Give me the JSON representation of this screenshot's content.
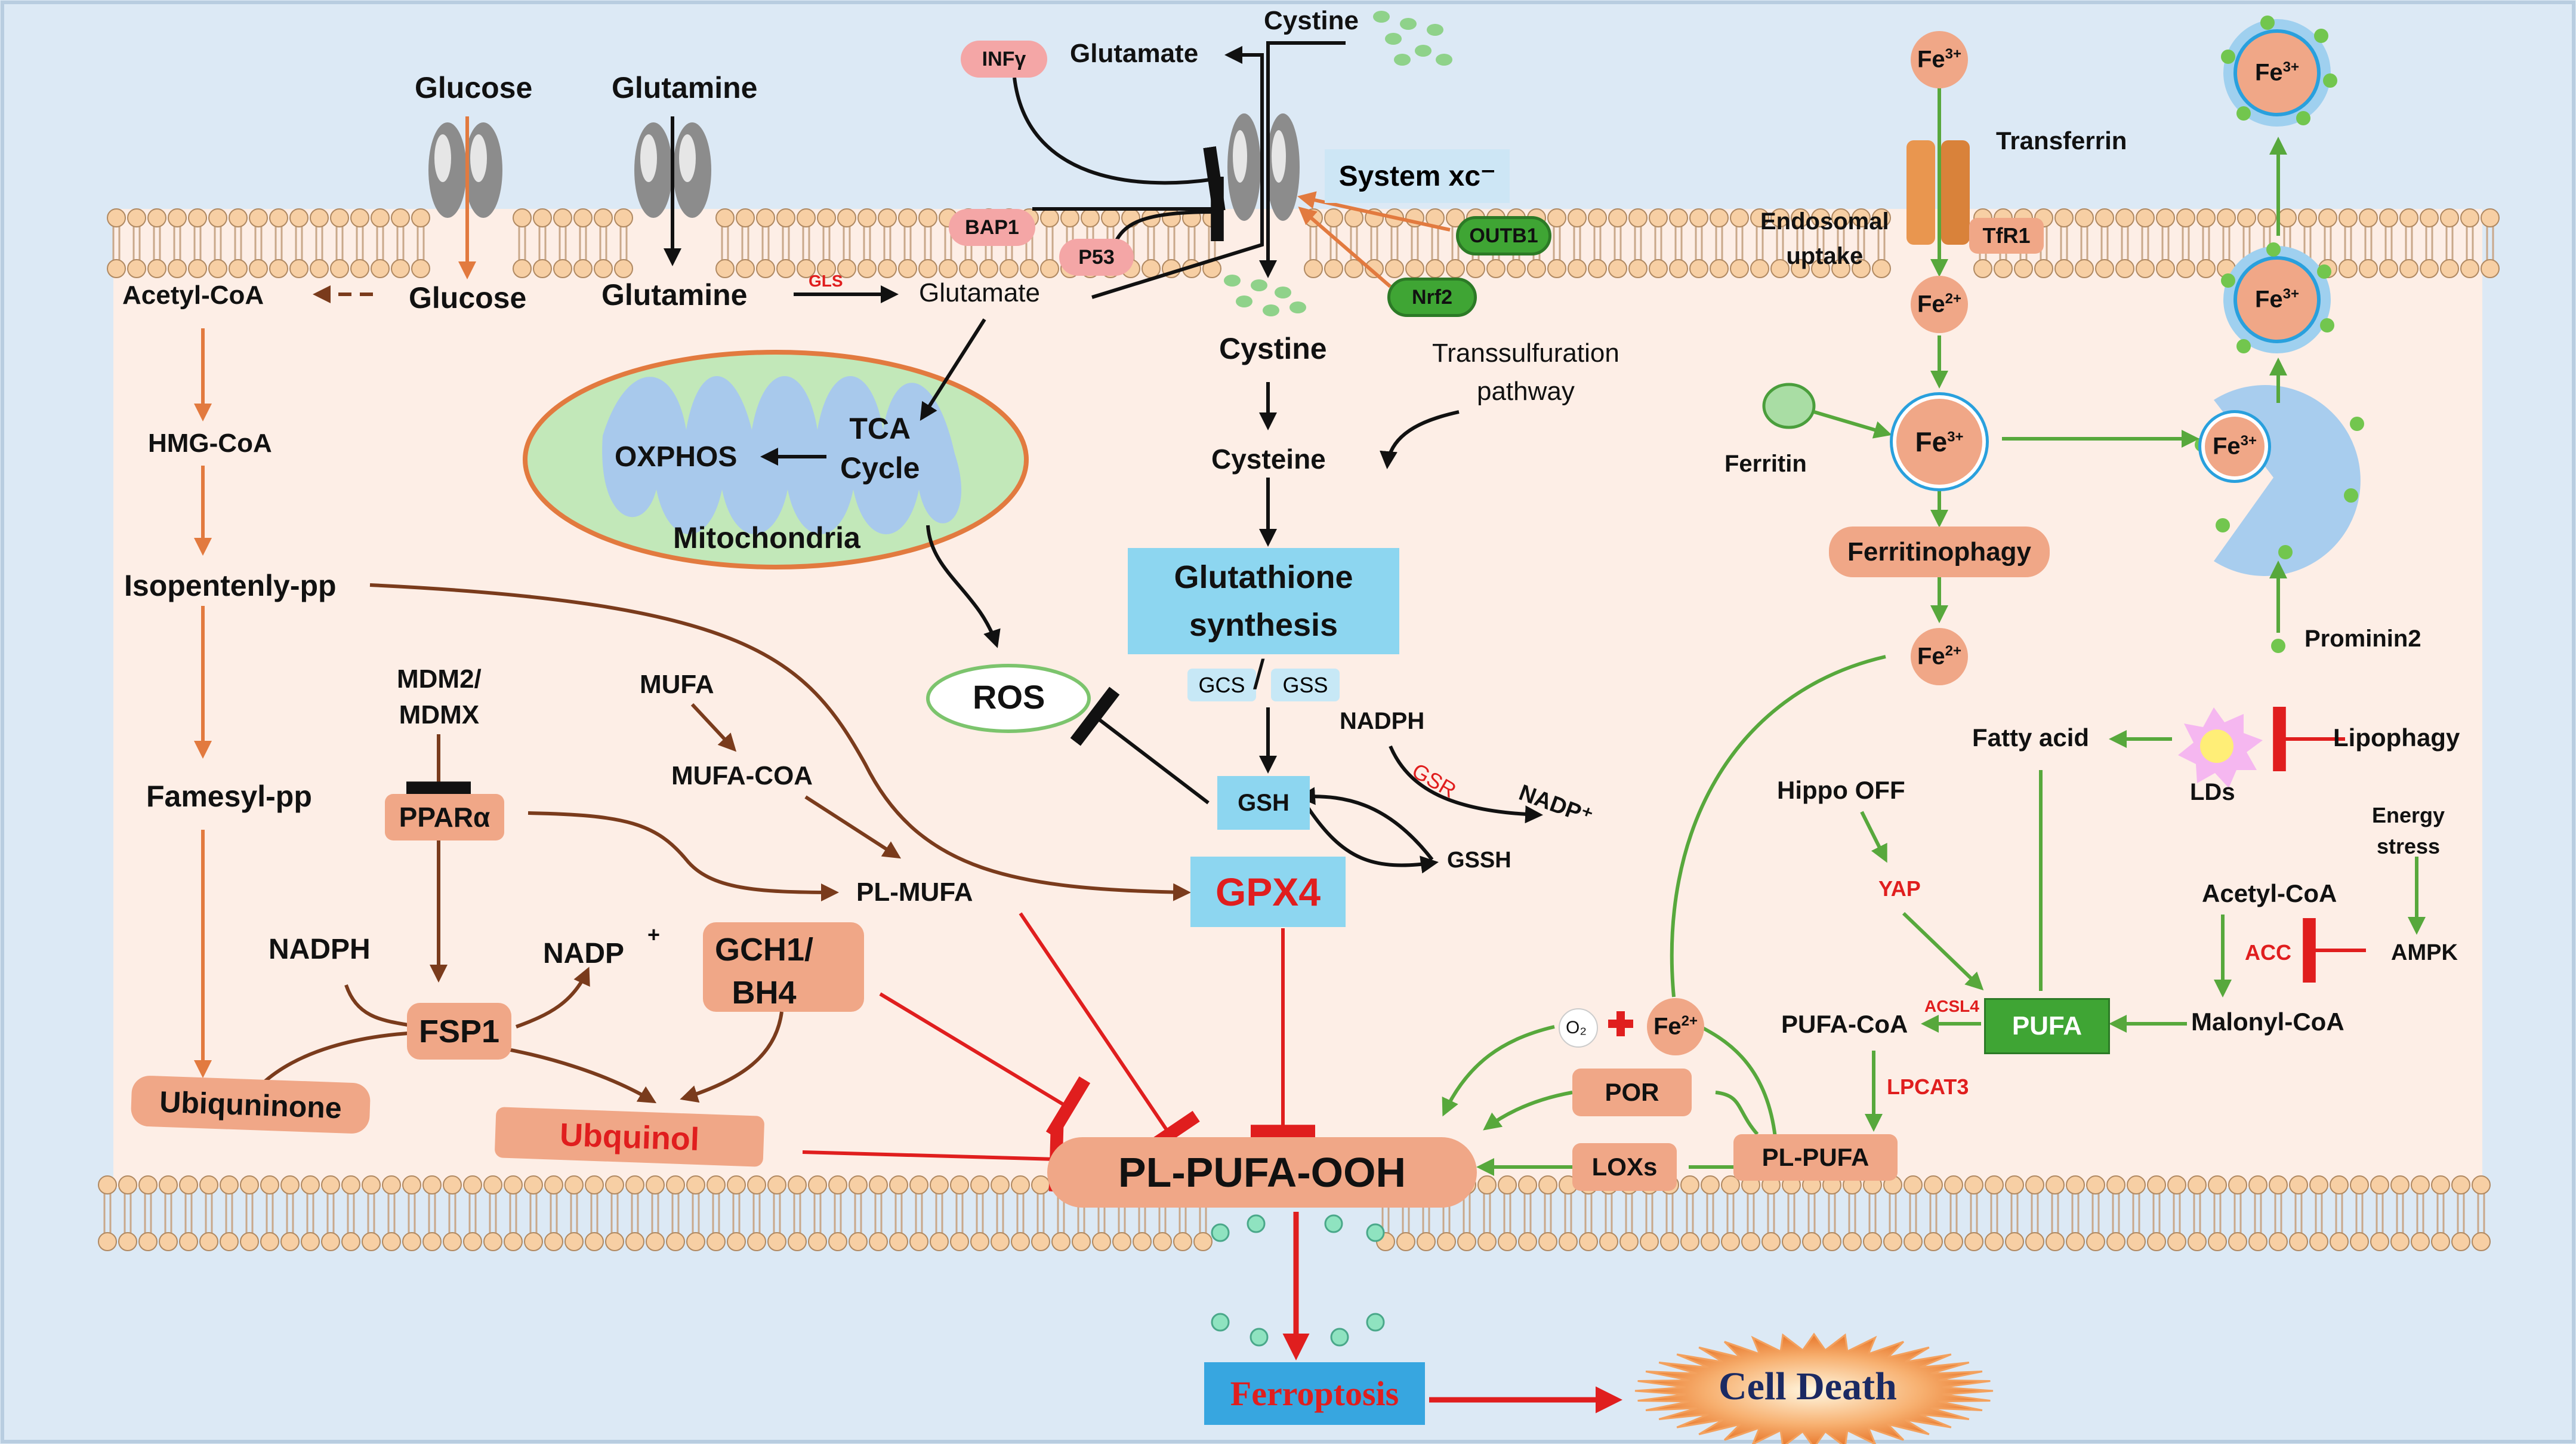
{
  "colors": {
    "background": "#dce9f5",
    "cytoplasm": "#fdeee6",
    "membrane_head": "#f4c99a",
    "orange_arrow": "#e27a3f",
    "brown_arrow": "#7a3b1c",
    "green_arrow": "#57a83c",
    "red_inhibit": "#e01e1e",
    "blue_box": "#8dd6f0",
    "orange_pill": "#f0a787",
    "pink_pill": "#f4a6a6",
    "green_pill": "#3fa534"
  },
  "labels": {
    "glucose_out": "Glucose",
    "glutamine_out": "Glutamine",
    "glucose_in": "Glucose",
    "glutamine_in": "Glutamine",
    "gls": "GLS",
    "glutamate_in": "Glutamate",
    "glutamate_out": "Glutamate",
    "cystine_out": "Cystine",
    "cystine_in": "Cystine",
    "infy": "INFγ",
    "bap1": "BAP1",
    "p53": "P53",
    "system_xc": "System  xc⁻",
    "outb1": "OUTB1",
    "nrf2": "Nrf2",
    "transsulfuration": "Transsulfuration\npathway",
    "cysteine": "Cysteine",
    "gsh_synth": "Glutathione\nsynthesis",
    "gcs": "GCS",
    "gss": "GSS",
    "nadph_gsr": "NADPH",
    "gsr": "GSR",
    "nadp_plus_right": "NADP⁺",
    "gsh": "GSH",
    "gssh": "GSSH",
    "gpx4": "GPX4",
    "ros": "ROS",
    "tca": "TCA\nCycle",
    "oxphos": "OXPHOS",
    "mito": "Mitochondria",
    "acetyl_coa_left": "Acetyl-CoA",
    "hmg_coa": "HMG-CoA",
    "isopentenyl": "Isopentenly-pp",
    "farnesyl": "Famesyl-pp",
    "ubiquinone": "Ubiquninone",
    "mdm2": "MDM2/\nMDMX",
    "ppara": "PPARα",
    "mufa": "MUFA",
    "mufa_coa": "MUFA-COA",
    "pl_mufa": "PL-MUFA",
    "nadph_left": "NADPH",
    "nadp_left": "NADP",
    "nadp_left_sup": "+",
    "fsp1": "FSP1",
    "gch1": "GCH1/\nBH4",
    "ubiquinol": "Ubquinol",
    "pl_pufa_ooh": "PL-PUFA-OOH",
    "ferroptosis": "Ferroptosis",
    "cell_death": "Cell Death",
    "fe": "Fe",
    "fe3": "3+",
    "fe2": "2+",
    "transferrin": "Transferrin",
    "endosomal": "Endosomal\nuptake",
    "tfr1": "TfR1",
    "ferritin": "Ferritin",
    "ferritinophagy": "Ferritinophagy",
    "prominin2": "Prominin2",
    "fatty_acid": "Fatty acid",
    "lds": "LDs",
    "lipophagy": "Lipophagy",
    "energy_stress": "Energy\nstress",
    "hippo": "Hippo OFF",
    "yap": "YAP",
    "acetyl_coa_right": "Acetyl-CoA",
    "acc": "ACC",
    "ampk": "AMPK",
    "malonyl": "Malonyl-CoA",
    "pufa": "PUFA",
    "acsl4": "ACSL4",
    "pufa_coa": "PUFA-CoA",
    "lpcat3": "LPCAT3",
    "pl_pufa": "PL-PUFA",
    "por": "POR",
    "loxs": "LOXs",
    "o2": "O₂"
  }
}
